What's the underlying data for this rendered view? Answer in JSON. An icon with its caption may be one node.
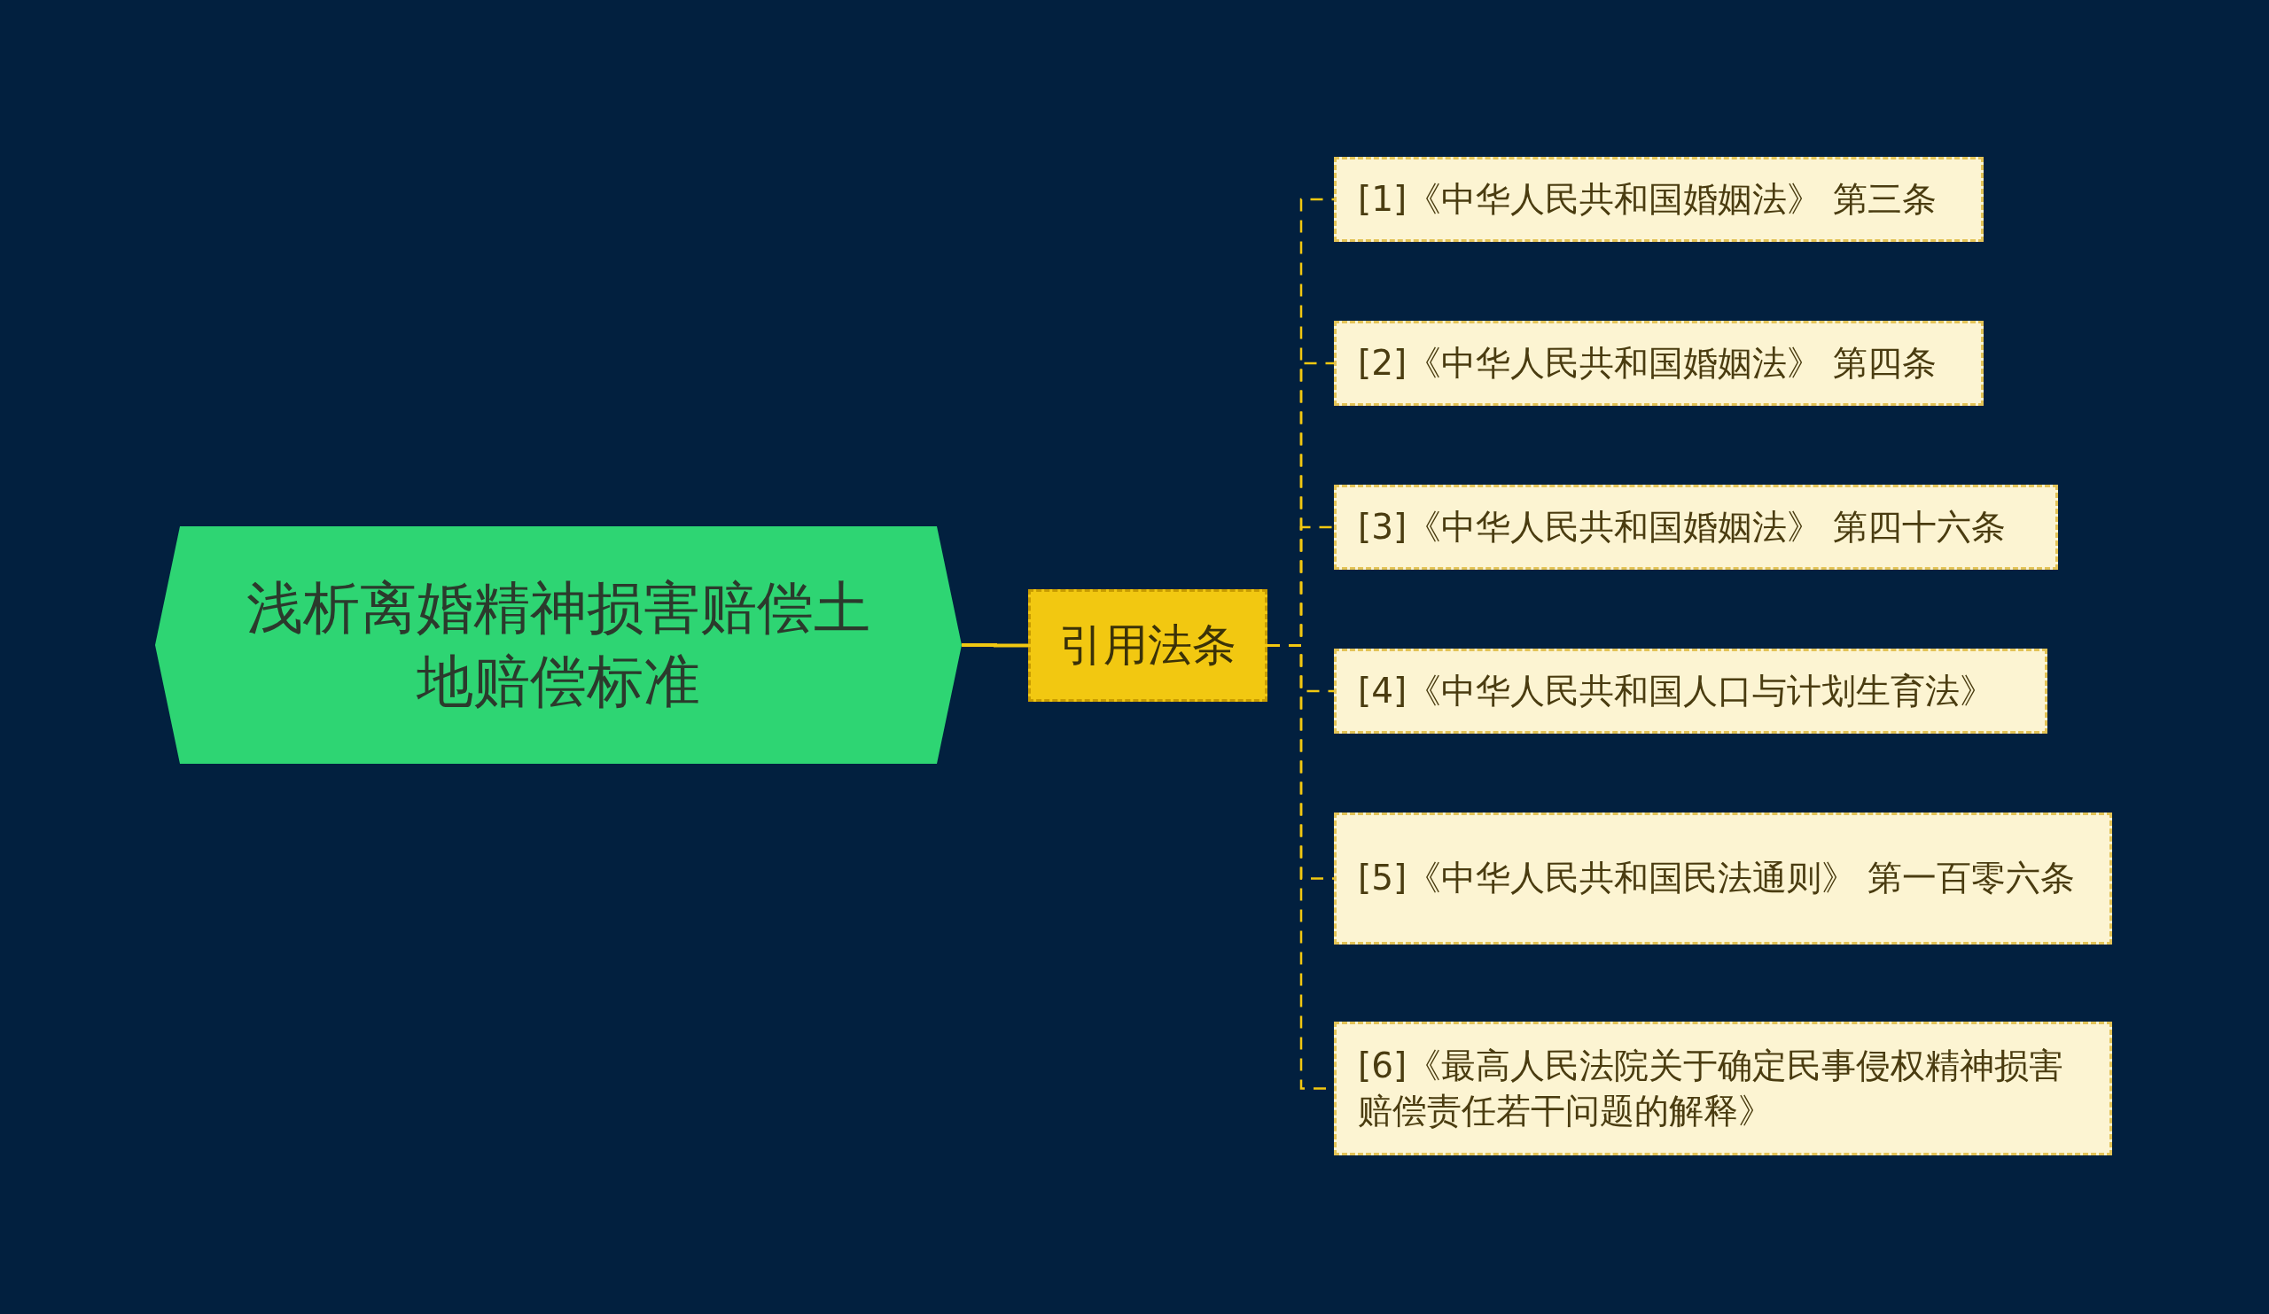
{
  "diagram": {
    "nodes": [
      {
        "text": [
          "浅析离婚精神损害赔偿土地赔偿标准"
        ]
      },
      {
        "text": [
          "引用法条"
        ]
      },
      {
        "text": [
          "[1]《中华人民共和国婚姻法》 第三条"
        ]
      },
      {
        "text": [
          "[2]《中华人民共和国婚姻法》 第四条"
        ]
      },
      {
        "text": [
          "[3]《中华人民共和国婚姻法》 第四十六条"
        ]
      },
      {
        "text": [
          "[4]《中华人民共和国人口与计划生育法》"
        ]
      },
      {
        "text": [
          "[5]《中华人民共和国民法通则》 第一百零六条"
        ]
      },
      {
        "text": [
          "[6]《最高人民法院关于确定民事侵权精神损害赔偿责任若干问题的解释》"
        ]
      }
    ],
    "edges": [
      {
        "from": 0,
        "to": 1,
        "arrow": "none"
      },
      {
        "from": 1,
        "to": 2,
        "arrow": "none",
        "style": "dashed"
      },
      {
        "from": 1,
        "to": 3,
        "arrow": "none",
        "style": "dashed"
      },
      {
        "from": 1,
        "to": 4,
        "arrow": "none",
        "style": "dashed"
      },
      {
        "from": 1,
        "to": 5,
        "arrow": "none",
        "style": "dashed"
      },
      {
        "from": 1,
        "to": 6,
        "arrow": "none",
        "style": "dashed"
      },
      {
        "from": 1,
        "to": 7,
        "arrow": "none",
        "style": "dashed"
      }
    ]
  }
}
